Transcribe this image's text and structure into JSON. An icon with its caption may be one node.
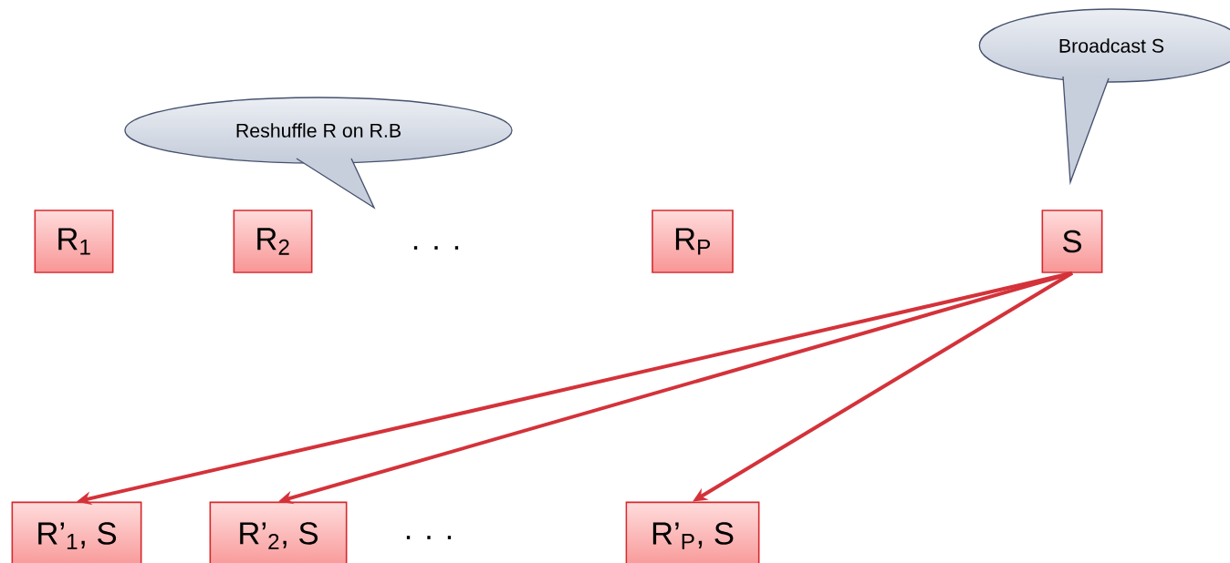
{
  "diagram": {
    "nodes": [
      {
        "text": [
          "Reshuffle R on R.B"
        ]
      },
      {
        "text": [
          "Broadcast S"
        ]
      },
      {
        "text": [
          "R$_{1}$"
        ]
      },
      {
        "text": [
          "R$_{2}$"
        ]
      },
      {
        "text": [
          "R$_{P}$"
        ]
      },
      {
        "text": [
          "S"
        ]
      },
      {
        "text": [
          "R’$_{1}$, S"
        ]
      },
      {
        "text": [
          "R’$_{2}$, S"
        ]
      },
      {
        "text": [
          "R’$_{P}$, S"
        ]
      }
    ],
    "edges": [
      {
        "from": 5,
        "to": 6,
        "arrow": "to"
      },
      {
        "from": 5,
        "to": 7,
        "arrow": "to"
      },
      {
        "from": 5,
        "to": 8,
        "arrow": "to"
      }
    ],
    "labels": [
      ". . .",
      ". . ."
    ]
  }
}
